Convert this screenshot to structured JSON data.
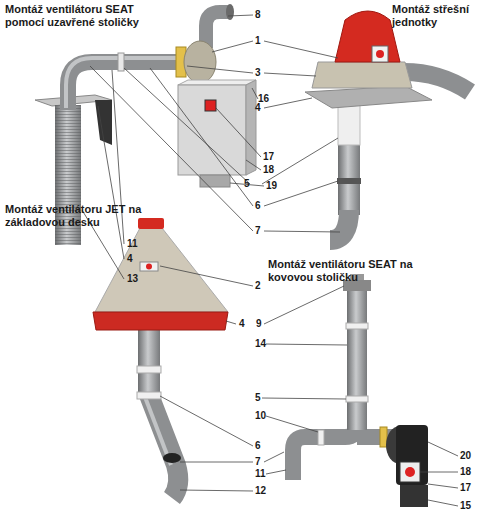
{
  "diagram": {
    "labels": [
      "Montáž ventilátoru SEAT pomocí uzavřené stoličky",
      "8",
      "Montáž střešní jednotky",
      "1",
      "3",
      "16",
      "4",
      "17",
      "18",
      "19",
      "5",
      "6",
      "7",
      "Montáž ventilátoru JET na základovou desku",
      "11",
      "4",
      "13",
      "Montáž ventilátoru SEAT na kovovou stoličku",
      "2",
      "4",
      "9",
      "14",
      "5",
      "10",
      "6",
      "7",
      "11",
      "12",
      "20",
      "18",
      "17",
      "15"
    ]
  }
}
